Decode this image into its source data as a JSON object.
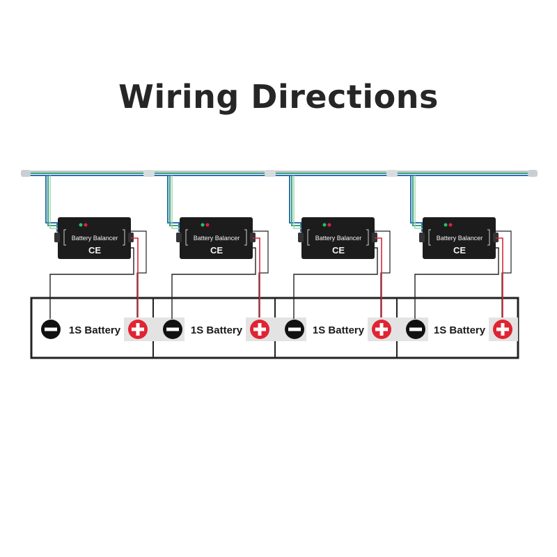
{
  "title": "Wiring Directions",
  "colors": {
    "balancer": "#1c1c1c",
    "led_green": "#22c55e",
    "led_red": "#e11d48",
    "wire_red": "#d7263d",
    "wire_black": "#222222",
    "wire_green": "#3aa57a",
    "wire_blue": "#2f6fb3",
    "terminal_pos": "#e02432",
    "terminal_neg": "#111111",
    "battery_stripe": "#e3e3e3"
  },
  "balancers": [
    {
      "label": "Battery Balancer",
      "mark": "CE"
    },
    {
      "label": "Battery Balancer",
      "mark": "CE"
    },
    {
      "label": "Battery Balancer",
      "mark": "CE"
    },
    {
      "label": "Battery Balancer",
      "mark": "CE"
    }
  ],
  "batteries": [
    {
      "label": "1S Battery",
      "neg_icon": "minus-icon",
      "pos_icon": "plus-icon"
    },
    {
      "label": "1S Battery",
      "neg_icon": "minus-icon",
      "pos_icon": "plus-icon"
    },
    {
      "label": "1S Battery",
      "neg_icon": "minus-icon",
      "pos_icon": "plus-icon"
    },
    {
      "label": "1S Battery",
      "neg_icon": "minus-icon",
      "pos_icon": "plus-icon"
    }
  ]
}
